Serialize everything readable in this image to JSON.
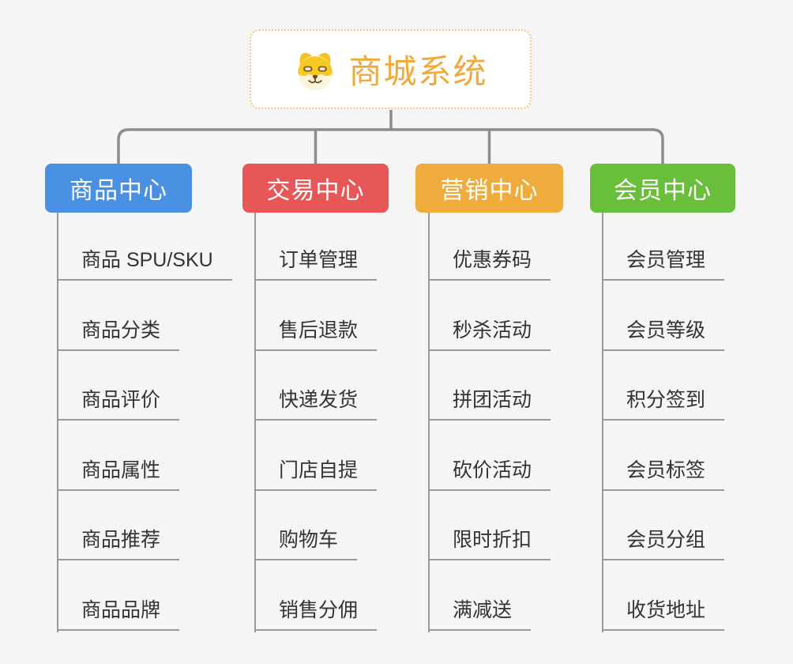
{
  "root": {
    "label": "商城系统",
    "icon": "dog-face-icon"
  },
  "colors": {
    "background": "#F5F5F5",
    "root_text": "#F2A93C",
    "root_border": "#F3C57C",
    "connector": "#8C8C8C",
    "child_line": "#999999",
    "child_text": "#333333"
  },
  "branches": [
    {
      "label": "商品中心",
      "color": "#4A90E2",
      "children": [
        "商品 SPU/SKU",
        "商品分类",
        "商品评价",
        "商品属性",
        "商品推荐",
        "商品品牌"
      ]
    },
    {
      "label": "交易中心",
      "color": "#E85757",
      "children": [
        "订单管理",
        "售后退款",
        "快递发货",
        "门店自提",
        "购物车",
        "销售分佣"
      ]
    },
    {
      "label": "营销中心",
      "color": "#EFAC3C",
      "children": [
        "优惠券码",
        "秒杀活动",
        "拼团活动",
        "砍价活动",
        "限时折扣",
        "满减送"
      ]
    },
    {
      "label": "会员中心",
      "color": "#69BE3C",
      "children": [
        "会员管理",
        "会员等级",
        "积分签到",
        "会员标签",
        "会员分组",
        "收货地址"
      ]
    }
  ]
}
